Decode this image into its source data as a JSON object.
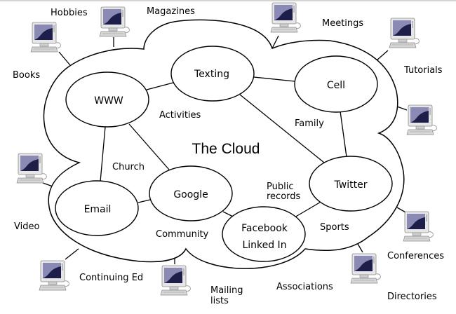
{
  "diagram": {
    "title": "The Cloud",
    "nodes": [
      {
        "id": "www",
        "label": "WWW"
      },
      {
        "id": "texting",
        "label": "Texting"
      },
      {
        "id": "cell",
        "label": "Cell"
      },
      {
        "id": "email",
        "label": "Email"
      },
      {
        "id": "google",
        "label": "Google"
      },
      {
        "id": "twitter",
        "label": "Twitter"
      },
      {
        "id": "facebook",
        "label": "Facebook",
        "label2": "Linked In"
      }
    ],
    "edges": [
      [
        "www",
        "texting"
      ],
      [
        "texting",
        "cell"
      ],
      [
        "texting",
        "twitter"
      ],
      [
        "cell",
        "twitter"
      ],
      [
        "www",
        "email"
      ],
      [
        "www",
        "google"
      ],
      [
        "email",
        "google"
      ],
      [
        "google",
        "facebook"
      ],
      [
        "facebook",
        "twitter"
      ]
    ],
    "inner_labels": {
      "activities": "Activities",
      "family": "Family",
      "church": "Church",
      "public_records_1": "Public",
      "public_records_2": "records",
      "community": "Community",
      "sports": "Sports"
    },
    "outer_labels": {
      "hobbies": "Hobbies",
      "magazines": "Magazines",
      "meetings": "Meetings",
      "books": "Books",
      "tutorials": "Tutorials",
      "video": "Video",
      "continuing_ed": "Continuing Ed",
      "mailing_lists_1": "Mailing",
      "mailing_lists_2": "lists",
      "associations": "Associations",
      "conferences": "Conferences",
      "directories": "Directories"
    },
    "computers": [
      {
        "id": "pc-books",
        "icon": "desktop-computer-icon"
      },
      {
        "id": "pc-hobbies",
        "icon": "desktop-computer-icon"
      },
      {
        "id": "pc-magazines",
        "icon": "desktop-computer-icon"
      },
      {
        "id": "pc-tutorials-top",
        "icon": "desktop-computer-icon"
      },
      {
        "id": "pc-tutorials-bottom",
        "icon": "desktop-computer-icon"
      },
      {
        "id": "pc-video",
        "icon": "desktop-computer-icon"
      },
      {
        "id": "pc-continuing-ed",
        "icon": "desktop-computer-icon"
      },
      {
        "id": "pc-mailing",
        "icon": "desktop-computer-icon"
      },
      {
        "id": "pc-associations",
        "icon": "desktop-computer-icon"
      },
      {
        "id": "pc-conferences",
        "icon": "desktop-computer-icon"
      }
    ],
    "colors": {
      "screen": "#1e1e4a",
      "screen_highlight": "#7c7ca8",
      "monitor_body": "#e4e4e4",
      "line": "#000000"
    }
  }
}
